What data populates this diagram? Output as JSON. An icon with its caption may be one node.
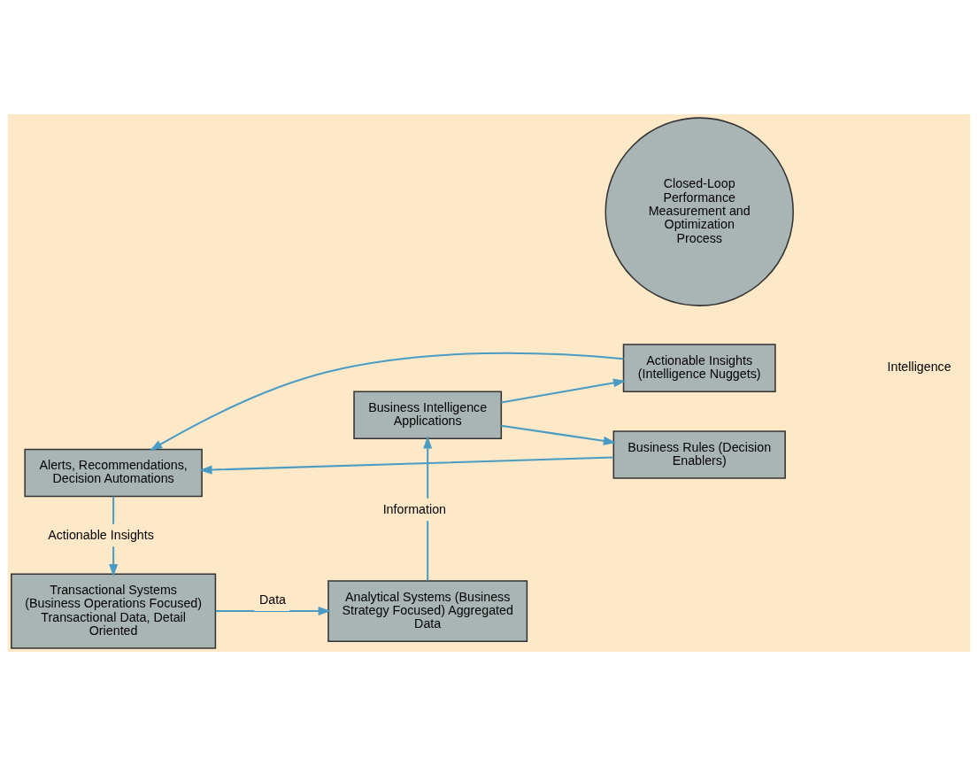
{
  "diagram": {
    "nodes": [
      {
        "text": [
          "Transactional Systems (Business Operations Focused) Transactional Data, Detail Oriented"
        ]
      },
      {
        "text": [
          "Analytical Systems (Business Strategy Focused) Aggregated Data"
        ]
      },
      {
        "text": [
          "Business Intelligence Applications"
        ]
      },
      {
        "text": [
          "Business Rules (Decision Enablers)"
        ]
      },
      {
        "text": [
          "Actionable Insights (Intelligence Nuggets)"
        ]
      },
      {
        "text": [
          "Alerts, Recommendations, Decision Automations"
        ]
      },
      {
        "text": [
          "Closed-Loop Performance Measurement and Optimization Process"
        ]
      }
    ],
    "edges": [
      {
        "from": 0,
        "to": 1,
        "arrow": "to",
        "label": "Data"
      },
      {
        "from": 1,
        "to": 2,
        "arrow": "to",
        "label": "Information"
      },
      {
        "from": 2,
        "to": 3,
        "arrow": "to"
      },
      {
        "from": 2,
        "to": 4,
        "arrow": "to"
      },
      {
        "from": 3,
        "to": 5,
        "arrow": "to"
      },
      {
        "from": 4,
        "to": 5,
        "arrow": "to"
      },
      {
        "from": 5,
        "to": 0,
        "arrow": "to",
        "label": "Actionable Insights"
      }
    ],
    "labels": [
      "Intelligence"
    ]
  }
}
